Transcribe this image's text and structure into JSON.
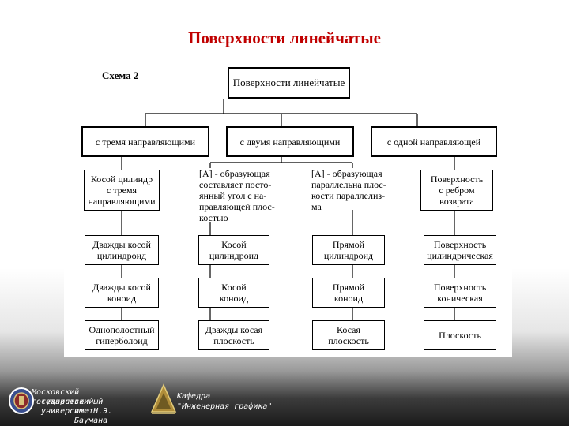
{
  "title": "Поверхности линейчатые",
  "diagram": {
    "scheme_label": "Схема 2",
    "root": "Поверхности  линейчатые",
    "level1": [
      "с тремя направляющими",
      "с двумя направляющими",
      "с одной направляющей"
    ],
    "level2": {
      "col1": "Косой цилиндр\nс тремя\nнаправляющими",
      "col2_note": "[А] -  образующая\nсоставляет посто-\nянный угол с на-\nправляющей плос-\nкостью",
      "col3_note": "[А] -  образующая\nпараллельна плос-\nкости параллелиз-\nма",
      "col4": "Поверхность\nс ребром\nвозврата"
    },
    "rows": [
      [
        "Дважды косой\nцилиндроид",
        "Косой\nцилиндроид",
        "Прямой\nцилиндроид",
        "Поверхность\nцилиндрическая"
      ],
      [
        "Дважды косой\nконоид",
        "Косой\nконоид",
        "Прямой\nконоид",
        "Поверхность\nконическая"
      ],
      [
        "Однополостный\nгиперболоид",
        "Дважды косая\nплоскость",
        "Косая\nплоскость",
        "Плоскость"
      ]
    ]
  },
  "footer": {
    "university_lines": [
      "Московский государственный",
      "технический университет",
      "им. Н.Э. Баумана"
    ],
    "department_lines": [
      "Кафедра",
      "\"Инженерная графика\""
    ]
  }
}
